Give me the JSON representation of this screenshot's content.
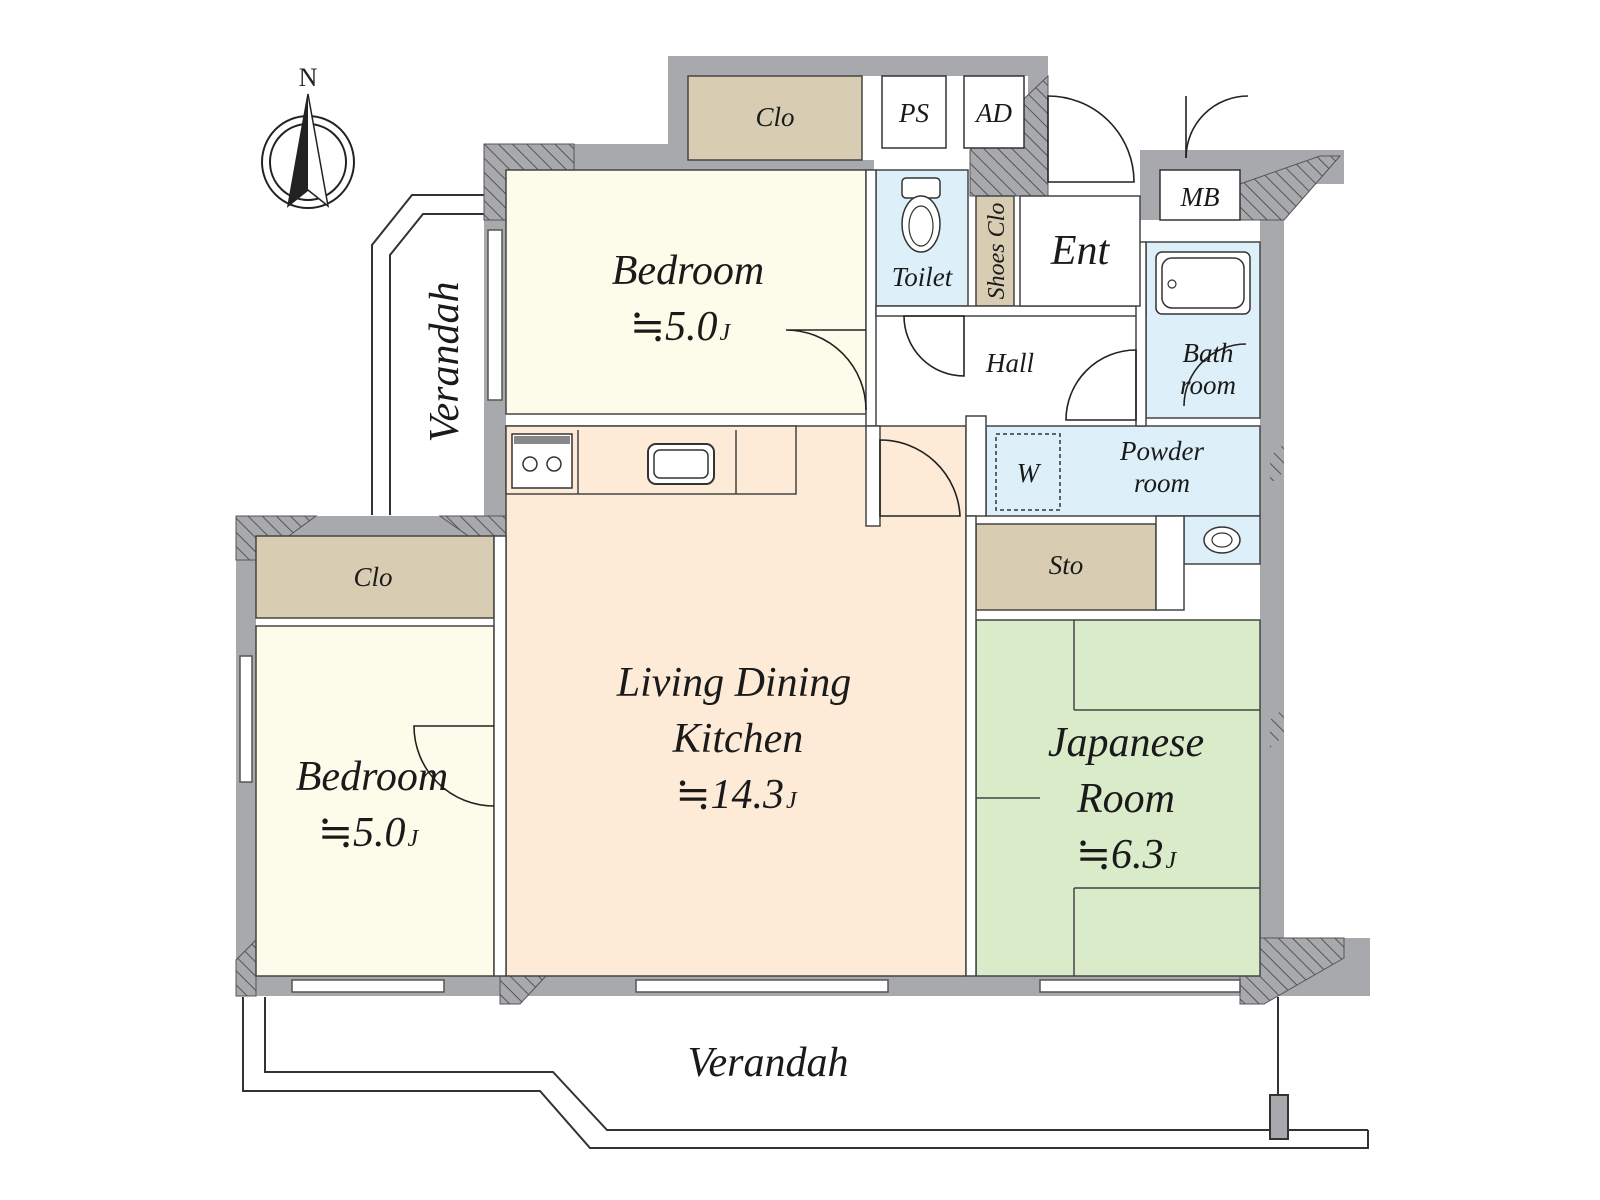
{
  "compass": {
    "label": "N"
  },
  "colors": {
    "bedroom": "#fdfbea",
    "ldk": "#fdebd7",
    "japanese_room": "#d9ebc9",
    "wet_area": "#ddf0fa",
    "closet": "#d8cdb3",
    "wall": "#a7a9ac"
  },
  "rooms": {
    "bedroom_north": {
      "name": "Bedroom",
      "area": "≒5.0",
      "unit": "J"
    },
    "bedroom_west": {
      "name": "Bedroom",
      "area": "≒5.0",
      "unit": "J"
    },
    "ldk": {
      "name_line1": "Living Dining",
      "name_line2": "Kitchen",
      "area": "≒14.3",
      "unit": "J"
    },
    "japanese_room": {
      "name_line1": "Japanese",
      "name_line2": "Room",
      "area": "≒6.3",
      "unit": "J"
    }
  },
  "labels": {
    "clo_north": "Clo",
    "clo_west": "Clo",
    "ps": "PS",
    "ad": "AD",
    "mb": "MB",
    "toilet": "Toilet",
    "shoes_clo": "Shoes Clo",
    "ent": "Ent",
    "hall": "Hall",
    "bath_line1": "Bath",
    "bath_line2": "room",
    "powder_line1": "Powder",
    "powder_line2": "room",
    "w": "W",
    "sto": "Sto",
    "verandah_west": "Verandah",
    "verandah_south": "Verandah"
  }
}
